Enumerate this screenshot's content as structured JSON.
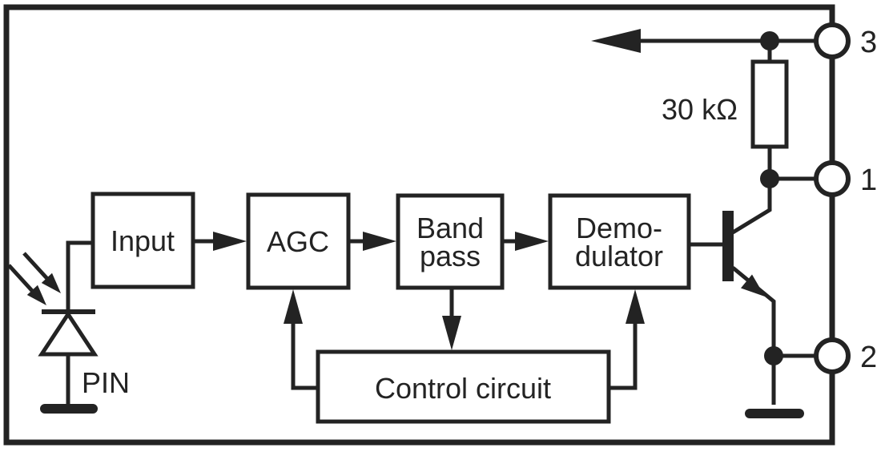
{
  "diagram": {
    "type": "ir-receiver-block-diagram",
    "blocks": {
      "input": {
        "label": "Input"
      },
      "agc": {
        "label": "AGC"
      },
      "bandpass": {
        "line1": "Band",
        "line2": "pass"
      },
      "demodulator": {
        "line1": "Demo-",
        "line2": "dulator"
      },
      "control": {
        "label": "Control circuit"
      }
    },
    "components": {
      "resistor": {
        "label": "30 kΩ"
      },
      "photodiode": {
        "label": "PIN"
      }
    },
    "pins": {
      "top": {
        "number": "3"
      },
      "middle": {
        "number": "1"
      },
      "bottom": {
        "number": "2"
      }
    },
    "colors": {
      "ink": "#232323",
      "background": "#ffffff"
    }
  }
}
